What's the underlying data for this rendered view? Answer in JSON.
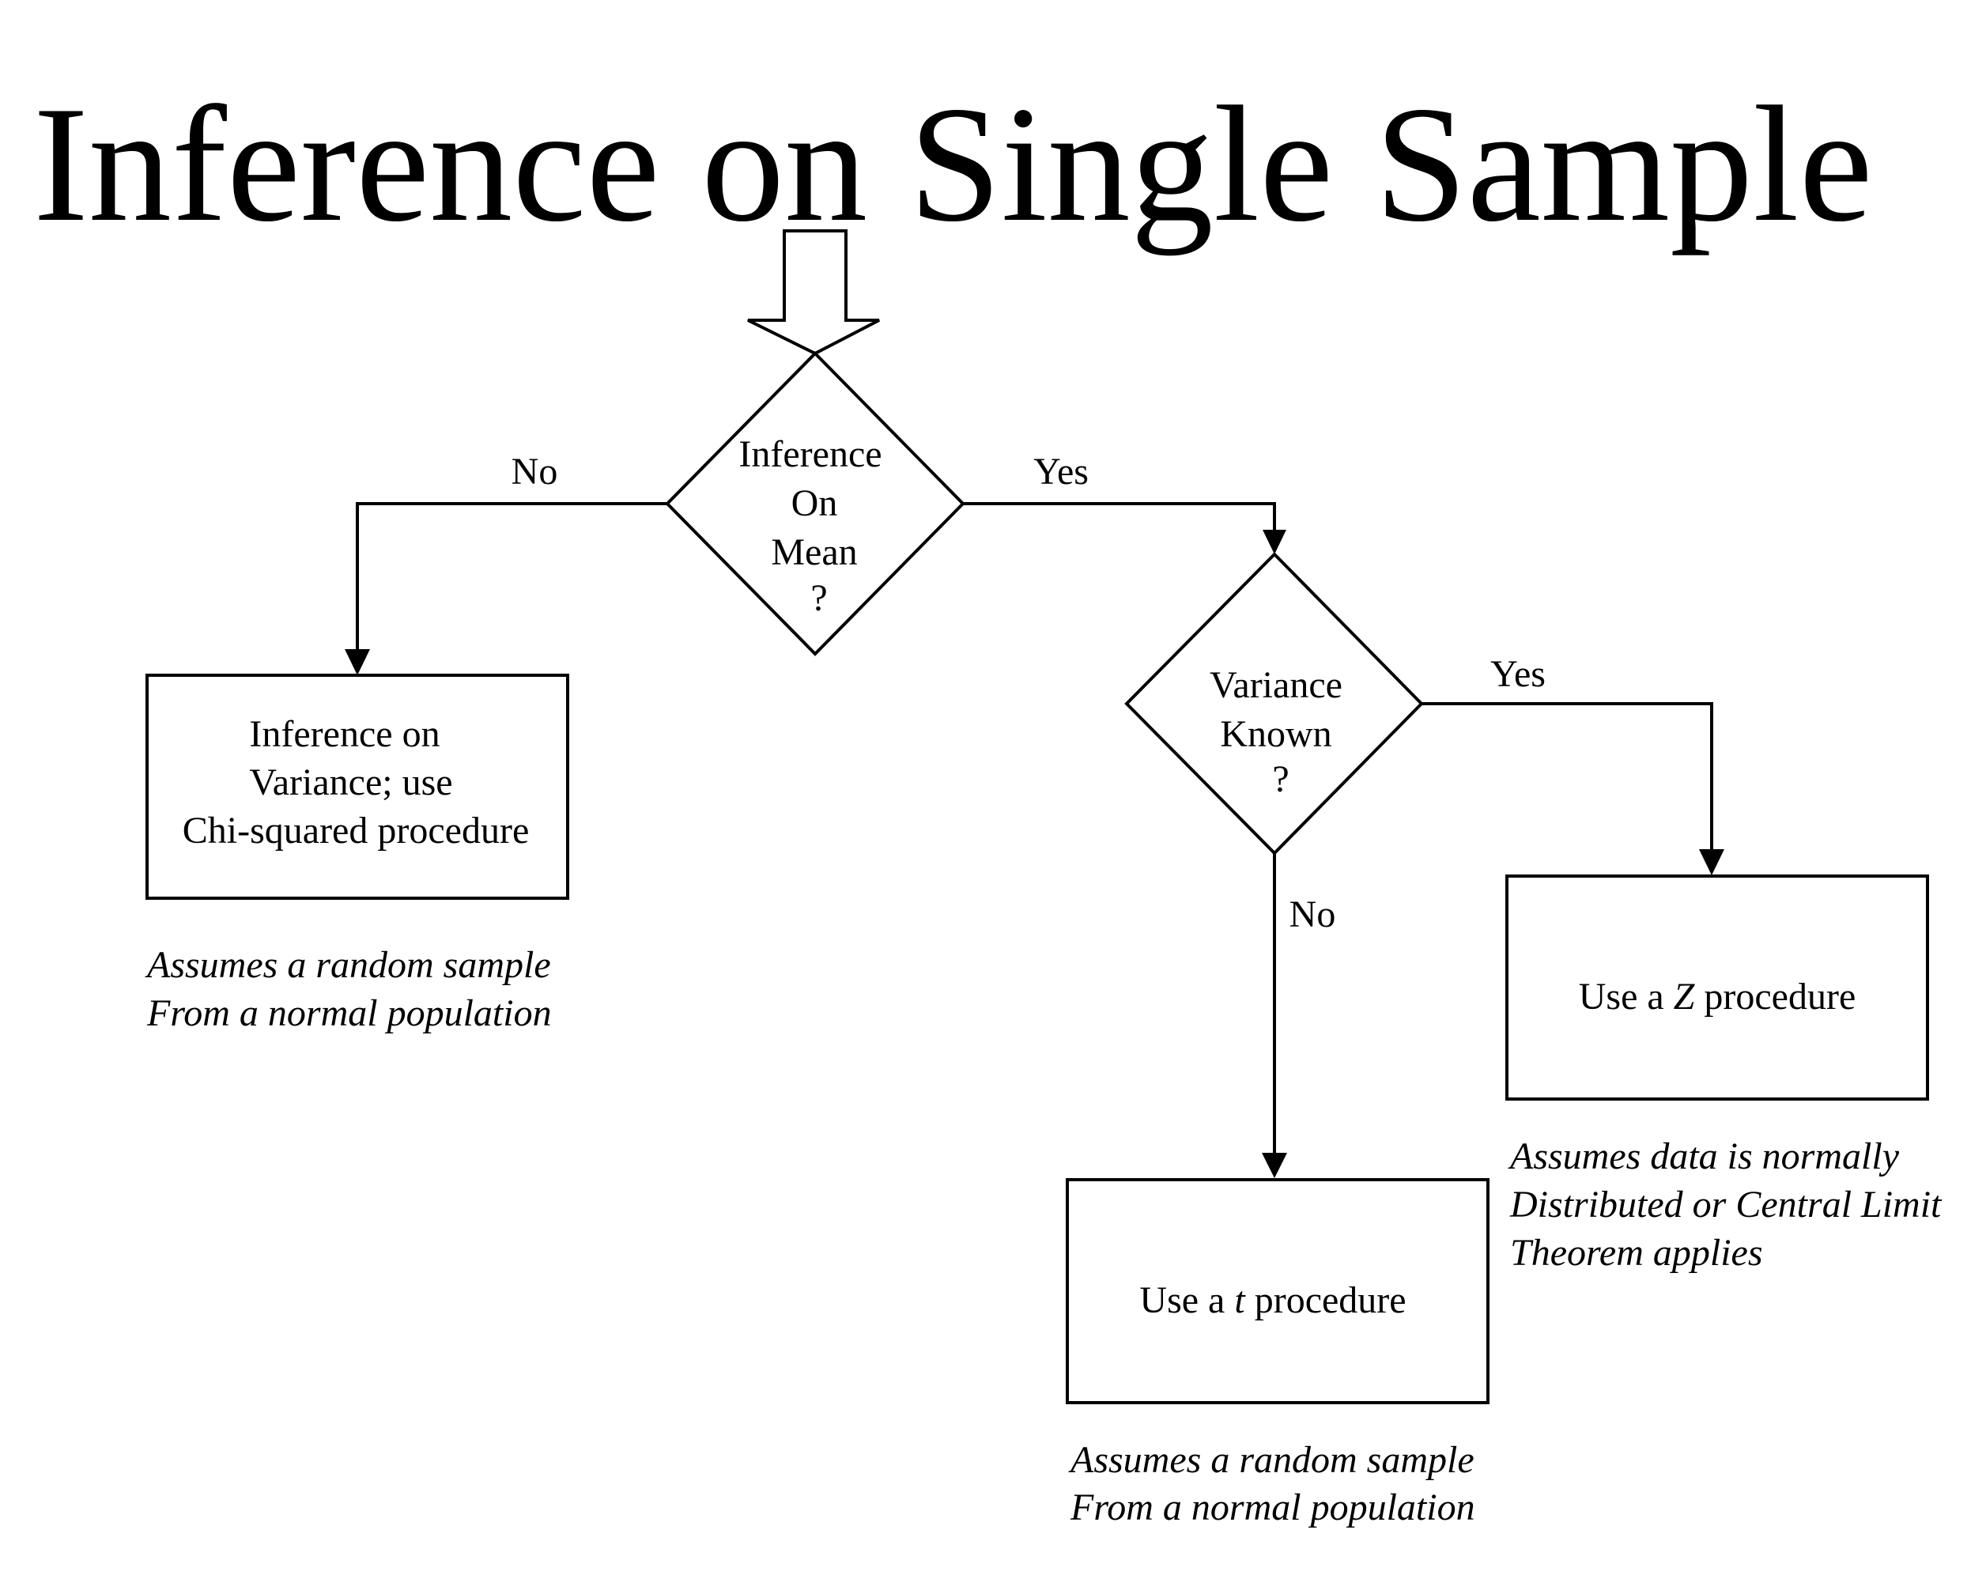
{
  "title": "Inference on Single Sample",
  "decisions": {
    "inference_on_mean": {
      "lines": [
        "Inference",
        "On",
        "Mean",
        "?"
      ]
    },
    "variance_known": {
      "lines": [
        "Variance",
        "Known",
        "?"
      ]
    }
  },
  "edge_labels": {
    "mean_no": "No",
    "mean_yes": "Yes",
    "variance_yes": "Yes",
    "variance_no": "No"
  },
  "outcomes": {
    "chi_squared": {
      "lines": [
        "Inference on",
        "Variance; use",
        "Chi-squared procedure"
      ]
    },
    "z_procedure": {
      "prefix": "Use a ",
      "symbol": "Z",
      "suffix": " procedure"
    },
    "t_procedure": {
      "prefix": "Use a ",
      "symbol": "t",
      "suffix": " procedure"
    }
  },
  "assumptions": {
    "chi_squared": [
      "Assumes a random sample",
      "From a normal population"
    ],
    "z_procedure": [
      "Assumes data is normally",
      "Distributed or Central Limit",
      "Theorem applies"
    ],
    "t_procedure": [
      "Assumes a random sample",
      "From a normal population"
    ]
  }
}
